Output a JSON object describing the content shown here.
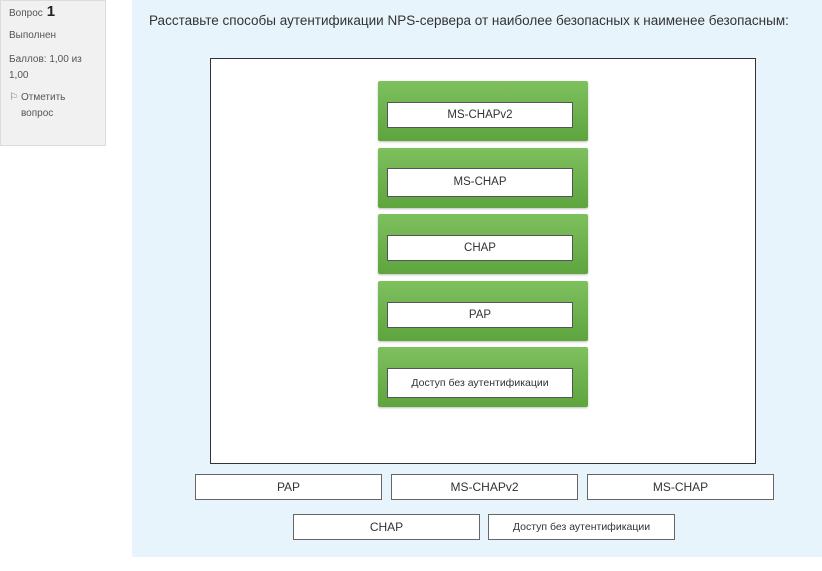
{
  "question_info": {
    "label": "Вопрос",
    "number": "1",
    "state": "Выполнен",
    "grade": "Баллов: 1,00 из 1,00",
    "flag_label": "Отметить вопрос"
  },
  "question": {
    "text": "Расставьте способы аутентификации NPS-сервера от наиболее безопасных к наименее безопасным:"
  },
  "drop_slots": [
    {
      "value": "MS-CHAPv2"
    },
    {
      "value": "MS-CHAP"
    },
    {
      "value": "CHAP"
    },
    {
      "value": "PAP"
    },
    {
      "value": "Доступ без аутентификации"
    }
  ],
  "choices": [
    {
      "label": "PAP"
    },
    {
      "label": "MS-CHAPv2"
    },
    {
      "label": "MS-CHAP"
    },
    {
      "label": "CHAP"
    },
    {
      "label": "Доступ без аутентификации"
    }
  ],
  "colors": {
    "slot_green": "#6ab04c",
    "formulation_bg": "#e8f4fb",
    "info_bg": "#f1f1f1"
  }
}
